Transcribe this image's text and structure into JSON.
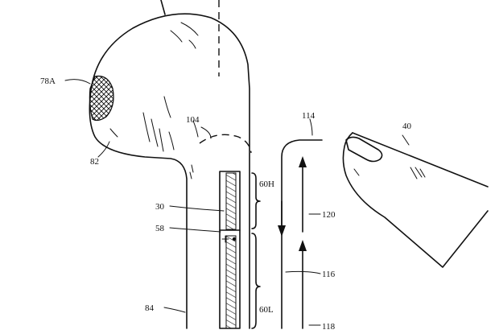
{
  "labels": {
    "l78a": "78A",
    "l82": "82",
    "l104": "104",
    "l114": "114",
    "l40": "40",
    "l60h": "60H",
    "l30": "30",
    "l58": "58",
    "l120": "120",
    "l116": "116",
    "l84": "84",
    "l60l": "60L",
    "l118": "118"
  },
  "colors": {
    "ink": "#111111",
    "background": "#ffffff"
  }
}
